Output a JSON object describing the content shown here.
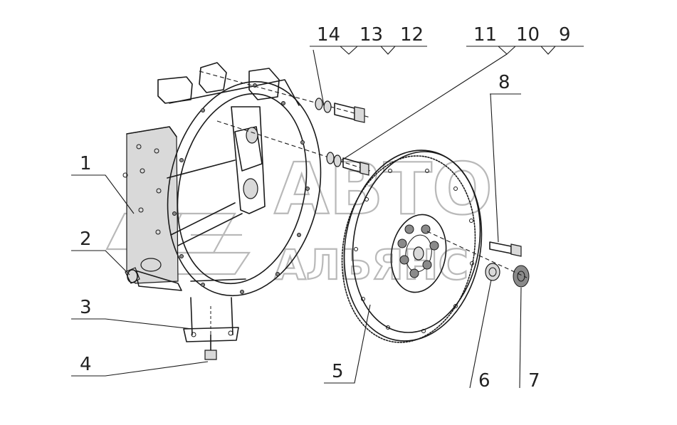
{
  "watermark": {
    "line1": "АВТО",
    "line2": "АЛЬЯНС"
  },
  "callouts": [
    {
      "id": "1",
      "label": "1"
    },
    {
      "id": "2",
      "label": "2"
    },
    {
      "id": "3",
      "label": "3"
    },
    {
      "id": "4",
      "label": "4"
    },
    {
      "id": "5",
      "label": "5"
    },
    {
      "id": "6",
      "label": "6"
    },
    {
      "id": "7",
      "label": "7"
    },
    {
      "id": "8",
      "label": "8"
    },
    {
      "id": "9",
      "label": "9"
    },
    {
      "id": "10",
      "label": "10"
    },
    {
      "id": "11",
      "label": "11"
    },
    {
      "id": "12",
      "label": "12"
    },
    {
      "id": "13",
      "label": "13"
    },
    {
      "id": "14",
      "label": "14"
    }
  ],
  "colors": {
    "line": "#1a1a1a",
    "watermark": "#b9b9b9",
    "background": "#ffffff"
  }
}
